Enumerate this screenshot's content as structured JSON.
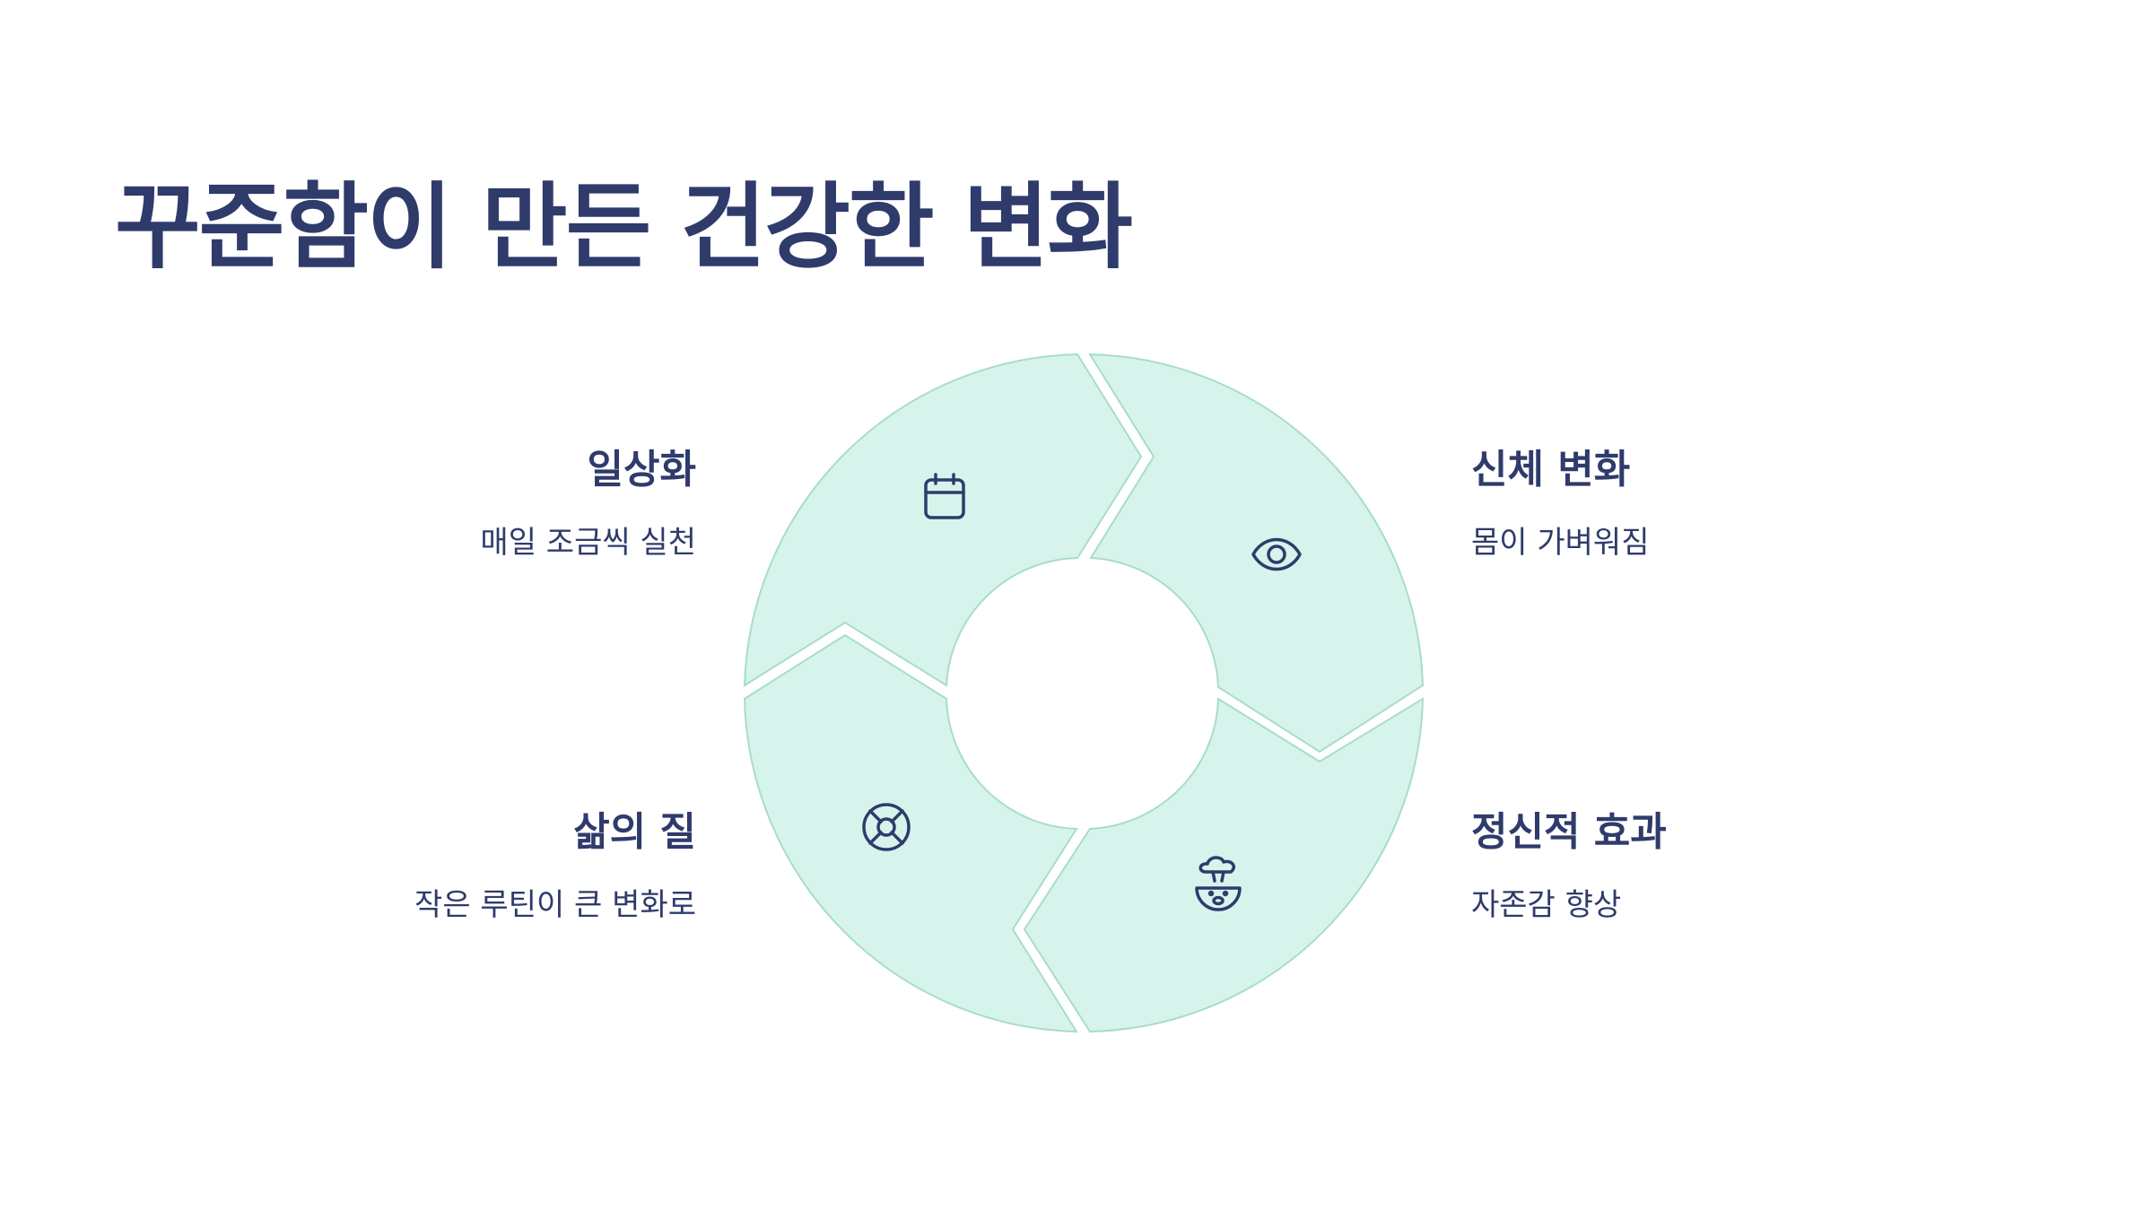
{
  "title": "꾸준함이 만든 건강한 변화",
  "colors": {
    "segment_fill": "#d6f4ec",
    "segment_stroke": "#a8dccb",
    "text": "#2f3b6b",
    "background": "#ffffff"
  },
  "segments": [
    {
      "id": "top-left",
      "heading": "일상화",
      "description": "매일 조금씩 실천",
      "icon": "calendar-icon"
    },
    {
      "id": "top-right",
      "heading": "신체 변화",
      "description": "몸이 가벼워짐",
      "icon": "eye-icon"
    },
    {
      "id": "bottom-right",
      "heading": "정신적 효과",
      "description": "자존감 향상",
      "icon": "mind-blown-icon"
    },
    {
      "id": "bottom-left",
      "heading": "삶의 질",
      "description": "작은 루틴이 큰 변화로",
      "icon": "lifebuoy-icon"
    }
  ]
}
